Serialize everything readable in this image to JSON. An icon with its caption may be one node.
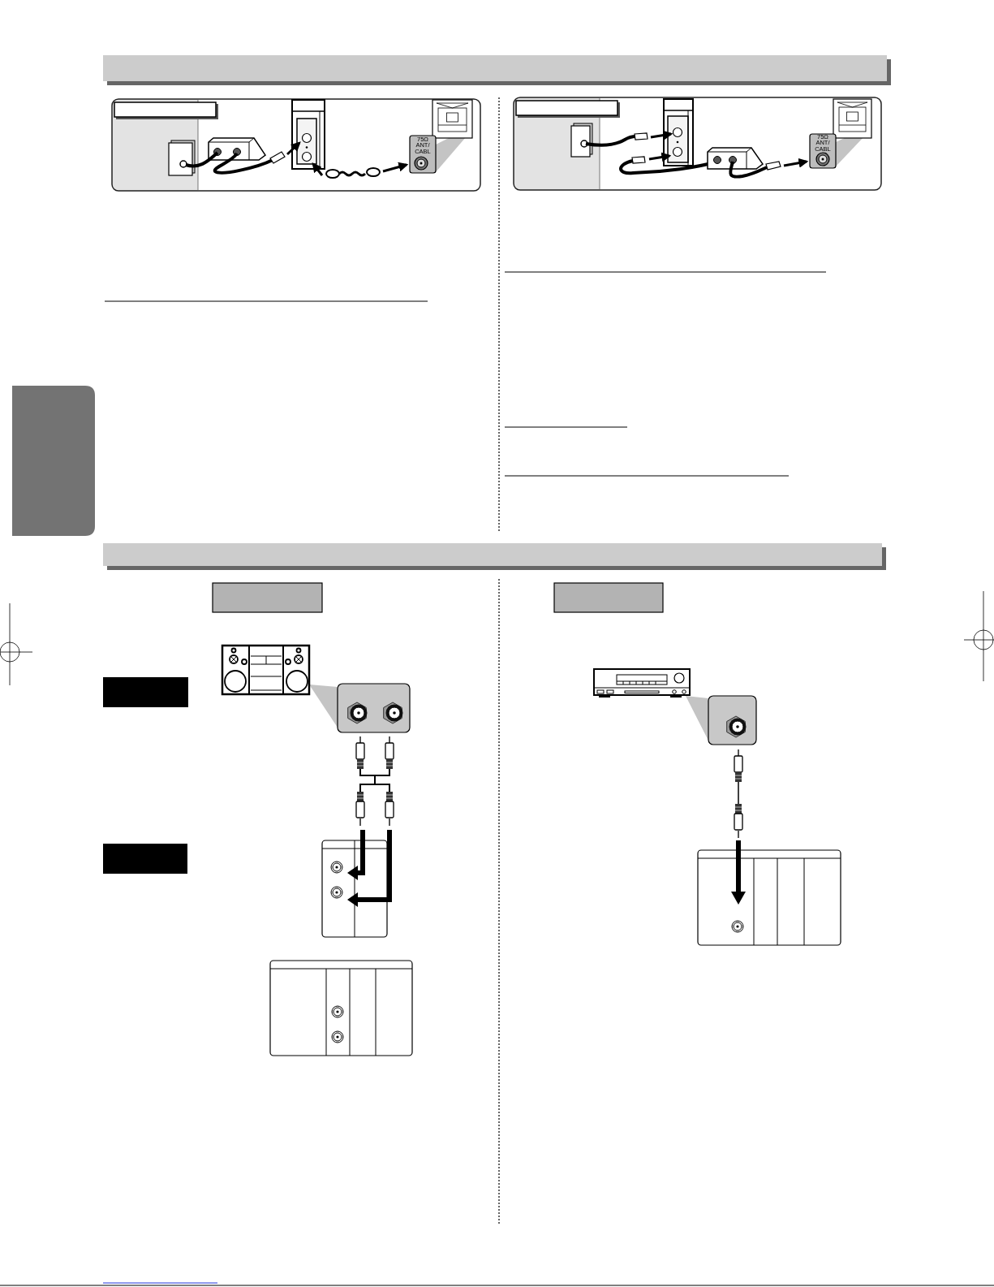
{
  "diagram": {
    "nodes": [
      {
        "text": [],
        "shape": "box"
      },
      {
        "text": [],
        "shape": "box"
      },
      {
        "text": [],
        "shape": "box"
      },
      {
        "text": [],
        "shape": "box"
      },
      {
        "text": [],
        "shape": "box"
      }
    ],
    "labels": [
      "75Ω ANT/ CABL",
      "75Ω ANT/ CABL"
    ]
  }
}
